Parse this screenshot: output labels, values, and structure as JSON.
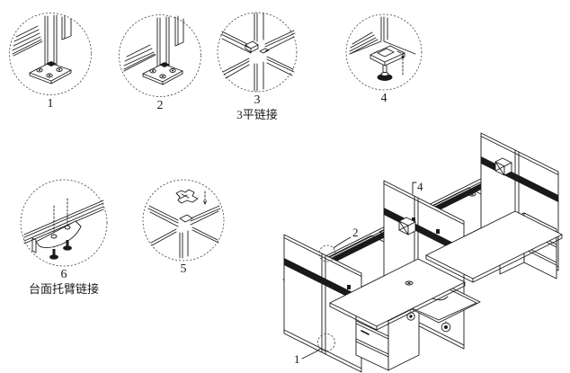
{
  "sheet": {
    "background": "#ffffff",
    "line_color": "#1a1a1a"
  },
  "details": [
    {
      "number": "1"
    },
    {
      "number": "2"
    },
    {
      "number": "3"
    },
    {
      "number": "4"
    },
    {
      "number": "5"
    },
    {
      "number": "6"
    }
  ],
  "captions": {
    "flat_connection": "3平链接",
    "worktop_bracket_connection": "台面托臂链接"
  },
  "assembly_callouts": {
    "junction": "4",
    "rail": "2",
    "base": "1"
  }
}
